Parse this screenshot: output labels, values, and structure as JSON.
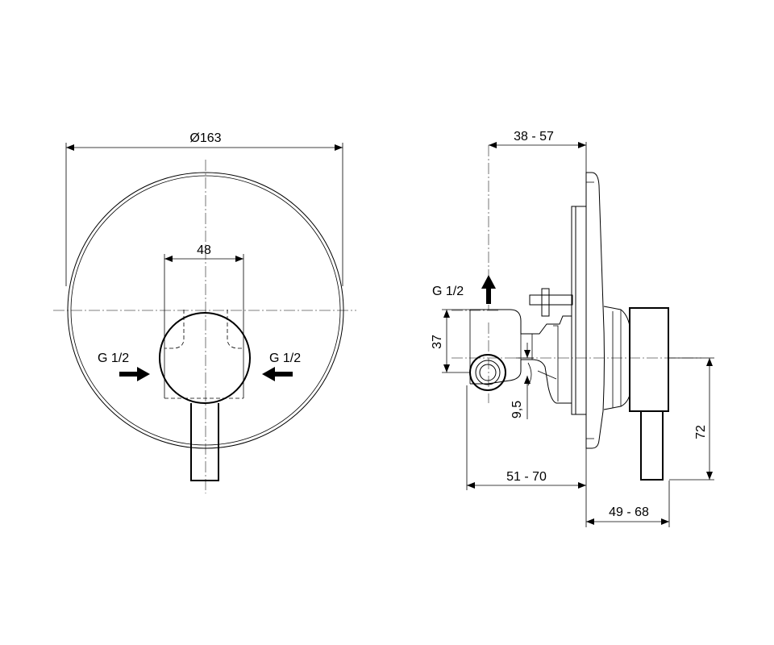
{
  "dimensions": {
    "front_diameter": "Ø163",
    "handle_width": "48",
    "inlet_left": "G 1/2",
    "inlet_right": "G 1/2",
    "side_outlet": "G 1/2",
    "body_depth_range": "38 - 57",
    "body_height": "37",
    "outlet_offset": "9,5",
    "wall_depth_range": "51 - 70",
    "handle_projection": "49 - 68",
    "handle_height": "72"
  }
}
